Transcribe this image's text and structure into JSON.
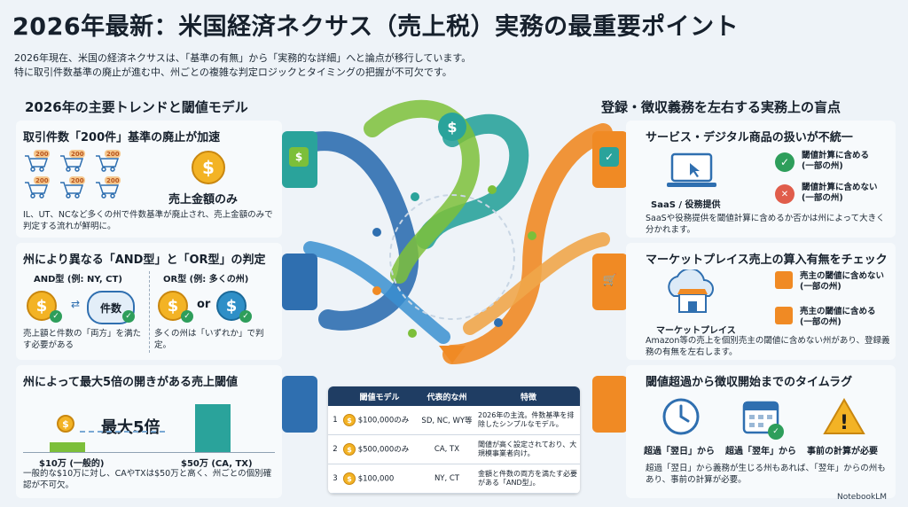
{
  "header": {
    "title": "2026年最新：米国経済ネクサス（売上税）実務の最重要ポイント",
    "lead_line1": "2026年現在、米国の経済ネクサスは、「基準の有無」から「実務的な詳細」へと論点が移行しています。",
    "lead_line2": "特に取引件数基準の廃止が進む中、州ごとの複雑な判定ロジックとタイミングの把握が不可欠です。"
  },
  "left": {
    "heading": "2026年の主要トレンドと閾値モデル",
    "panel1": {
      "title": "取引件数「200件」基準の廃止が加速",
      "cart_badge": "200",
      "coin_label": "売上金額のみ",
      "caption": "IL、UT、NCなど多くの州で件数基準が廃止され、売上金額のみで判定する流れが鮮明に。"
    },
    "panel2": {
      "title": "州により異なる「AND型」と「OR型」の判定",
      "and_label": "AND型 (例: NY, CT)",
      "or_label": "OR型 (例: 多くの州)",
      "count_label": "件数",
      "or_word": "or",
      "and_caption": "売上額と件数の「両方」を満たす必要がある",
      "or_caption": "多くの州は「いずれか」で判定。"
    },
    "panel3": {
      "title": "州によって最大5倍の開きがある売上閾値",
      "max_label": "最大5倍",
      "low_label": "$10万 (一般的)",
      "high_label": "$50万 (CA, TX)",
      "caption": "一般的な$10万に対し、CAやTXは$50万と高く、州ごとの個別確認が不可欠。",
      "bars": [
        10,
        50
      ]
    }
  },
  "right": {
    "heading": "登録・徴収義務を左右する実務上の盲点",
    "panel1": {
      "title": "サービス・デジタル商品の扱いが不統一",
      "device_label": "SaaS / 役務提供",
      "include_label": "閾値計算に含める\n(一部の州)",
      "exclude_label": "閾値計算に含めない\n(一部の州)",
      "caption": "SaaSや役務提供を閾値計算に含めるか否かは州によって大きく分かれます。"
    },
    "panel2": {
      "title": "マーケットプレイス売上の算入有無をチェック",
      "market_label": "マーケットプレイス",
      "not_include_label": "売主の閾値に含めない\n(一部の州)",
      "include_label": "売主の閾値に含める\n(一部の州)",
      "caption": "Amazon等の売上を個別売主の閾値に含めない州があり、登録義務の有無を左右します。"
    },
    "panel3": {
      "title": "閾値超過から徴収開始までのタイムラグ",
      "next_day": "超過「翌日」から",
      "next_year": "超過「翌年」から",
      "prior_calc": "事前の計算が必要",
      "caption": "超過「翌日」から義務が生じる州もあれば、「翌年」からの州もあり、事前の計算が必要。"
    }
  },
  "table": {
    "headers": [
      "閾値モデル",
      "代表的な州",
      "特徴"
    ],
    "rows": [
      {
        "no": "1",
        "model": "$100,000のみ",
        "states": "SD, NC, WY等",
        "feature": "2026年の主流。件数基準を排除したシンプルなモデル。"
      },
      {
        "no": "2",
        "model": "$500,000のみ",
        "states": "CA, TX",
        "feature": "閾値が高く設定されており、大規模事業者向け。"
      },
      {
        "no": "3",
        "model": "$100,000",
        "states": "NY, CT",
        "feature": "金額と件数の両方を満たす必要がある「AND型」。"
      }
    ]
  },
  "footer": {
    "brand": "NotebookLM"
  },
  "icons": {
    "dollar": "$",
    "check": "✓",
    "cross": "✕",
    "warning": "!",
    "cart": "🛒"
  },
  "colors": {
    "teal": "#2aa39b",
    "blue": "#2f6fb0",
    "orange": "#f08a24",
    "green": "#7cbf3a",
    "navy": "#1f3d63"
  }
}
